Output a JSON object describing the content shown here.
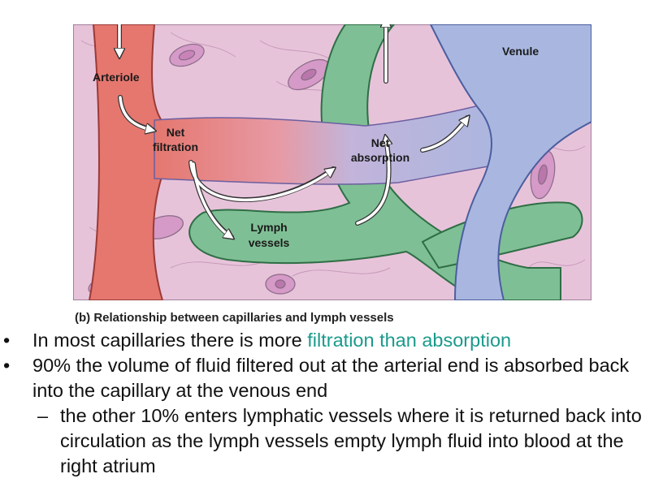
{
  "figure": {
    "labels": {
      "arteriole": "Arteriole",
      "venule": "Venule",
      "net_filtration_1": "Net",
      "net_filtration_2": "filtration",
      "net_absorption_1": "Net",
      "net_absorption_2": "absorption",
      "lymph_1": "Lymph",
      "lymph_2": "vessels"
    },
    "caption": "(b) Relationship between capillaries and lymph vessels",
    "colors": {
      "tissue": "#e7c3da",
      "arteriole": "#e5776f",
      "capillary_mid": "#c9b2d6",
      "venule": "#a9b7e0",
      "lymph": "#7fbf95",
      "cell": "#d59ac7"
    }
  },
  "bullets": [
    {
      "text_before": "In most capillaries there is more ",
      "highlight": "filtration than absorption"
    },
    {
      "text": "90% the volume of fluid filtered out at the arterial end is absorbed back into the capillary at the venous end"
    }
  ],
  "sub_bullets": [
    {
      "text": "the other 10% enters lymphatic vessels where it is returned back into circulation as the lymph vessels empty lymph fluid into blood at the right atrium"
    }
  ],
  "glyphs": {
    "bullet": "•",
    "dash": "–"
  }
}
